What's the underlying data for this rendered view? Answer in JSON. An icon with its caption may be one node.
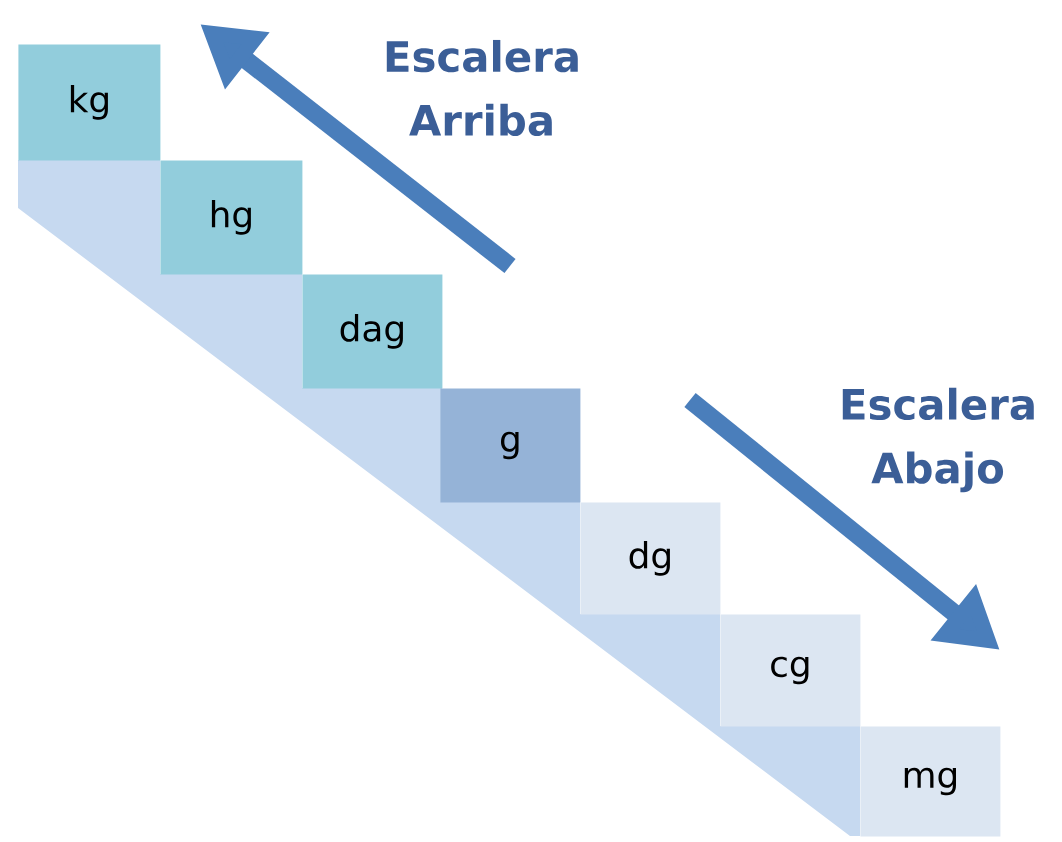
{
  "diagram": {
    "nodes": [
      {
        "text": [
          "kg"
        ]
      },
      {
        "text": [
          "hg"
        ]
      },
      {
        "text": [
          "dag"
        ]
      },
      {
        "text": [
          "g"
        ]
      },
      {
        "text": [
          "dg"
        ]
      },
      {
        "text": [
          "cg"
        ]
      },
      {
        "text": [
          "mg"
        ]
      }
    ],
    "labels": [
      "Escalera Arriba",
      "Escalera Abajo"
    ]
  }
}
